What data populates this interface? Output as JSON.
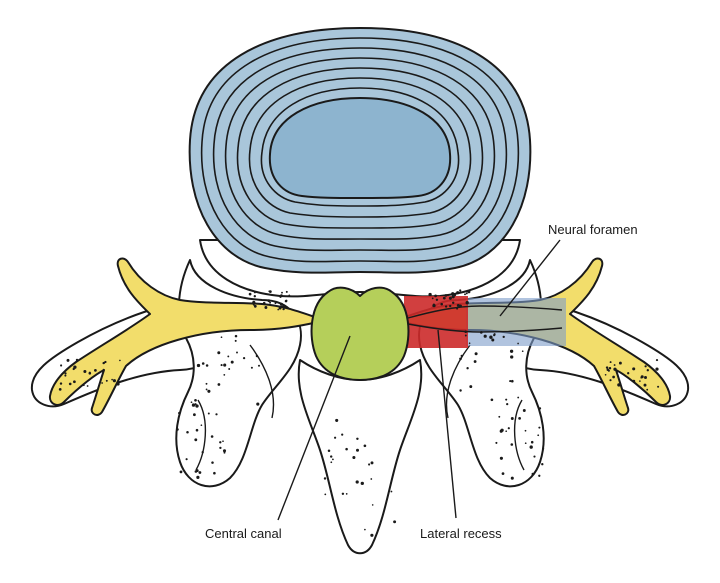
{
  "labels": {
    "neural_foramen": "Neural foramen",
    "central_canal": "Central canal",
    "lateral_recess": "Lateral recess"
  },
  "colors": {
    "disc_ring": "#a9c6da",
    "nucleus": "#8db4cf",
    "bone": "#ffffff",
    "nerve": "#f2dd6b",
    "central_canal": "#b5cf5a",
    "lateral_recess": "#cc2a2a",
    "neural_foramen": "#7d9cc9",
    "outline": "#1a1a1a"
  },
  "icons": [
    "vertebra-illustration"
  ]
}
